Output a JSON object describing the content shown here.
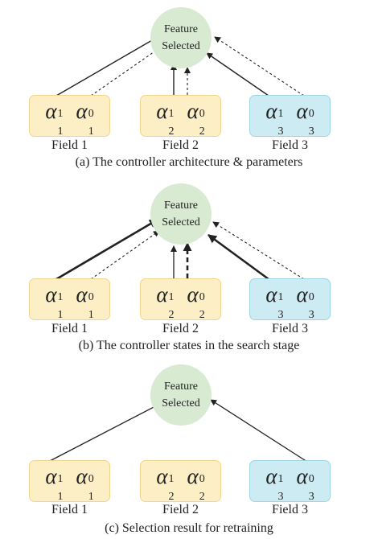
{
  "node_label_line1": "Feature",
  "node_label_line2": "Selected",
  "alpha_symbol": "α",
  "superscript_one": "1",
  "superscript_zero": "0",
  "field_labels": [
    "Field 1",
    "Field 2",
    "Field 3"
  ],
  "field_subscripts": [
    "1",
    "2",
    "3"
  ],
  "panels": [
    {
      "caption": "(a) The controller architecture & parameters"
    },
    {
      "caption": "(b) The controller states in the search stage"
    },
    {
      "caption": "(c) Selection result for retraining"
    }
  ],
  "colors": {
    "field_1_fill": "#fcefc6",
    "field_2_fill": "#fcefc6",
    "field_3_fill": "#cdebf2",
    "node_fill": "#d8ead2",
    "edge": "#222222"
  }
}
